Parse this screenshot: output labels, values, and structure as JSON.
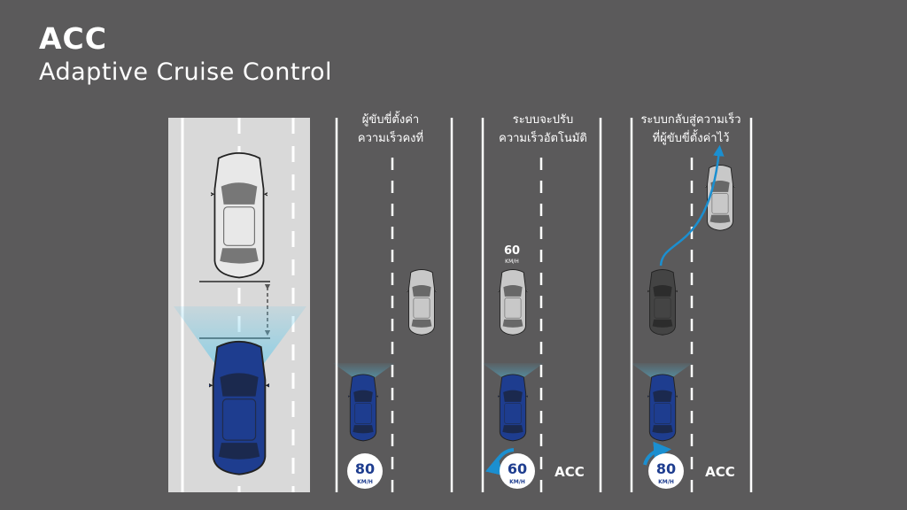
{
  "header": {
    "title": "ACC",
    "subtitle": "Adaptive Cruise Control"
  },
  "panels": [
    {
      "caption": [
        "ผู้ขับขี่ตั้งค่า",
        "ความเร็วคงที่"
      ],
      "speed": "80",
      "unit": "KM/H"
    },
    {
      "caption": [
        "ระบบจะปรับ",
        "ความเร็วอัตโนมัติ"
      ],
      "lead_speed": "60",
      "lead_unit": "KM/H",
      "speed": "60",
      "unit": "KM/H",
      "mode": "ACC"
    },
    {
      "caption": [
        "ระบบกลับสู่ความเร็ว",
        "ที่ผู้ขับขี่ตั้งค่าไว้"
      ],
      "speed": "80",
      "unit": "KM/H",
      "mode": "ACC"
    }
  ],
  "colors": {
    "background": "#5b5a5b",
    "road_highlight": "#d9d9d9",
    "ego_car": "#1e3d8f",
    "radar_beam": "#4fc3e8",
    "arrow": "#1b8fd0"
  },
  "icons": [
    "ego-car-icon",
    "lead-car-icon",
    "radar-beam-icon",
    "speed-badge-icon",
    "lane-change-arrow-icon",
    "distance-arrow-icon"
  ]
}
